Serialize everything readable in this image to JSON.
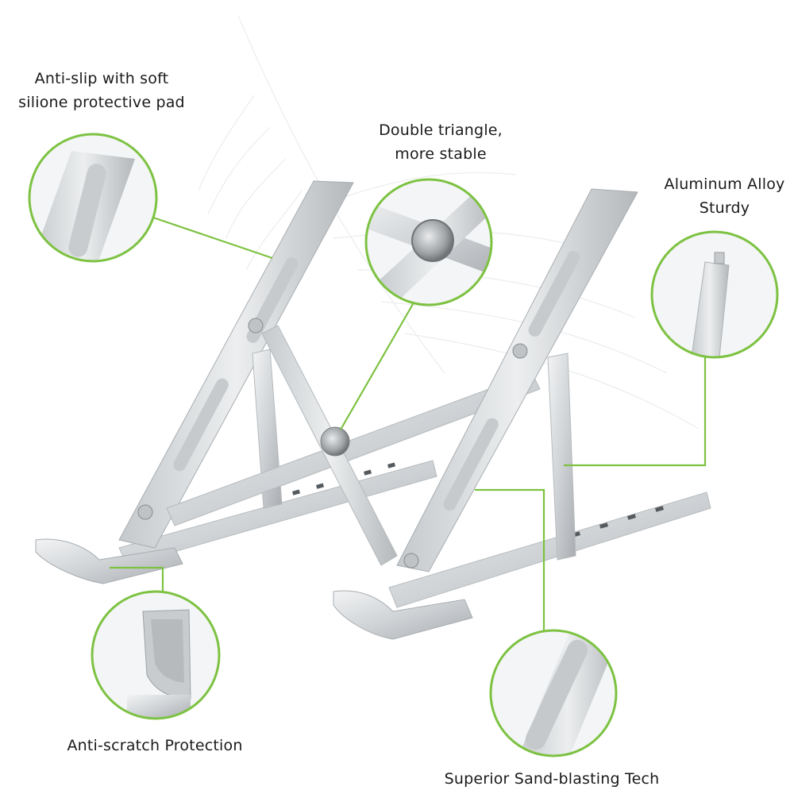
{
  "image": {
    "subject": "aluminum-laptop-stand",
    "accent_color": "#7dc242",
    "metal_color": "#d6d9dc"
  },
  "callouts": {
    "anti_slip": {
      "line1": "Anti-slip with soft",
      "line2": "silione protective pad"
    },
    "double_triangle": {
      "line1": "Double triangle,",
      "line2": "more stable"
    },
    "aluminum_alloy": {
      "line1": "Aluminum Alloy",
      "line2": "Sturdy"
    },
    "anti_scratch": {
      "line1": "Anti-scratch Protection"
    },
    "sand_blasting": {
      "line1": "Superior Sand-blasting Tech"
    }
  }
}
